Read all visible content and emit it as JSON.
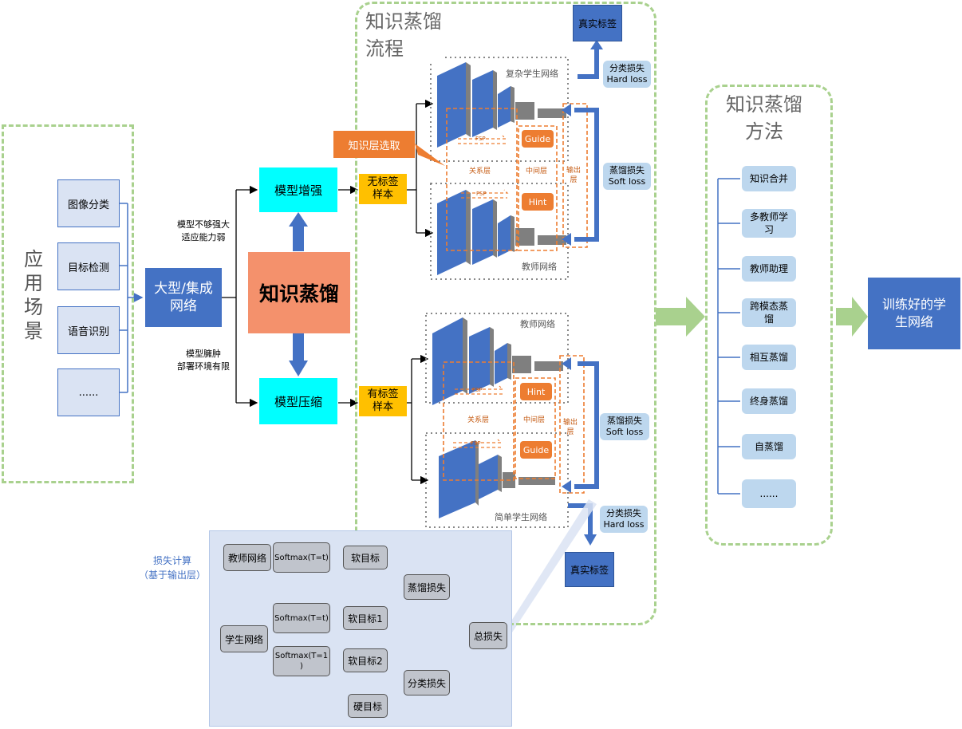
{
  "app_scenarios": {
    "title": "应\n用\n场\n景",
    "items": [
      "图像分类",
      "目标检测",
      "语音识别",
      "......"
    ]
  },
  "large_network": "大型/集成\n网络",
  "conditions": {
    "top": "模型不够强大\n适应能力弱",
    "bottom": "模型臃肿\n部署环境有限"
  },
  "kd_center": "知识蒸馏",
  "model_enhance": "模型增强",
  "model_compress": "模型压缩",
  "unlabeled_sample": "无标签\n样本",
  "labeled_sample": "有标签\n样本",
  "flow_title": "知识蒸馏\n流程",
  "knowledge_layer_select": "知识层选取",
  "true_label": "真实标签",
  "top_flow": {
    "student_net": "复杂学生网络",
    "teacher_net": "教师网络",
    "class_loss": "分类损失\nHard loss",
    "distill_loss": "蒸馏损失\nSoft loss",
    "guide": "Guide",
    "hint": "Hint",
    "relation_layer": "关系层",
    "middle_layer": "中间层",
    "output_layer": "输出\n层",
    "fsp": "FSP"
  },
  "bottom_flow": {
    "teacher_net": "教师网络",
    "student_net": "简单学生网络",
    "class_loss": "分类损失\nHard loss",
    "distill_loss": "蒸馏损失\nSoft loss",
    "guide": "Guide",
    "hint": "Hint",
    "relation_layer": "关系层",
    "middle_layer": "中间层",
    "output_layer": "输出\n层",
    "fsp": "FSP"
  },
  "loss_calc": {
    "title": "损失计算\n（基于输出层）",
    "teacher_net": "教师网络",
    "student_net": "学生网络",
    "softmax_t1": "Softmax(T=t)",
    "softmax_t2": "Softmax(T=t)",
    "softmax_1": "Softmax(T=1\n)",
    "soft_target": "软目标",
    "soft_target1": "软目标1",
    "soft_target2": "软目标2",
    "hard_target": "硬目标",
    "distill_loss": "蒸馏损失",
    "class_loss": "分类损失",
    "total_loss": "总损失"
  },
  "methods": {
    "title": "知识蒸馏\n方法",
    "items": [
      "知识合并",
      "多教师学\n习",
      "教师助理",
      "跨模态蒸\n馏",
      "相互蒸馏",
      "终身蒸馏",
      "自蒸馏",
      "......"
    ]
  },
  "result": "训练好的学\n生网络",
  "colors": {
    "green_dash": "#a9d18e",
    "blue": "#4472c4",
    "light_blue": "#dae3f3",
    "cyan": "#00ffff",
    "salmon": "#f4916c",
    "yellow": "#ffc000",
    "orange": "#ed7d31"
  }
}
